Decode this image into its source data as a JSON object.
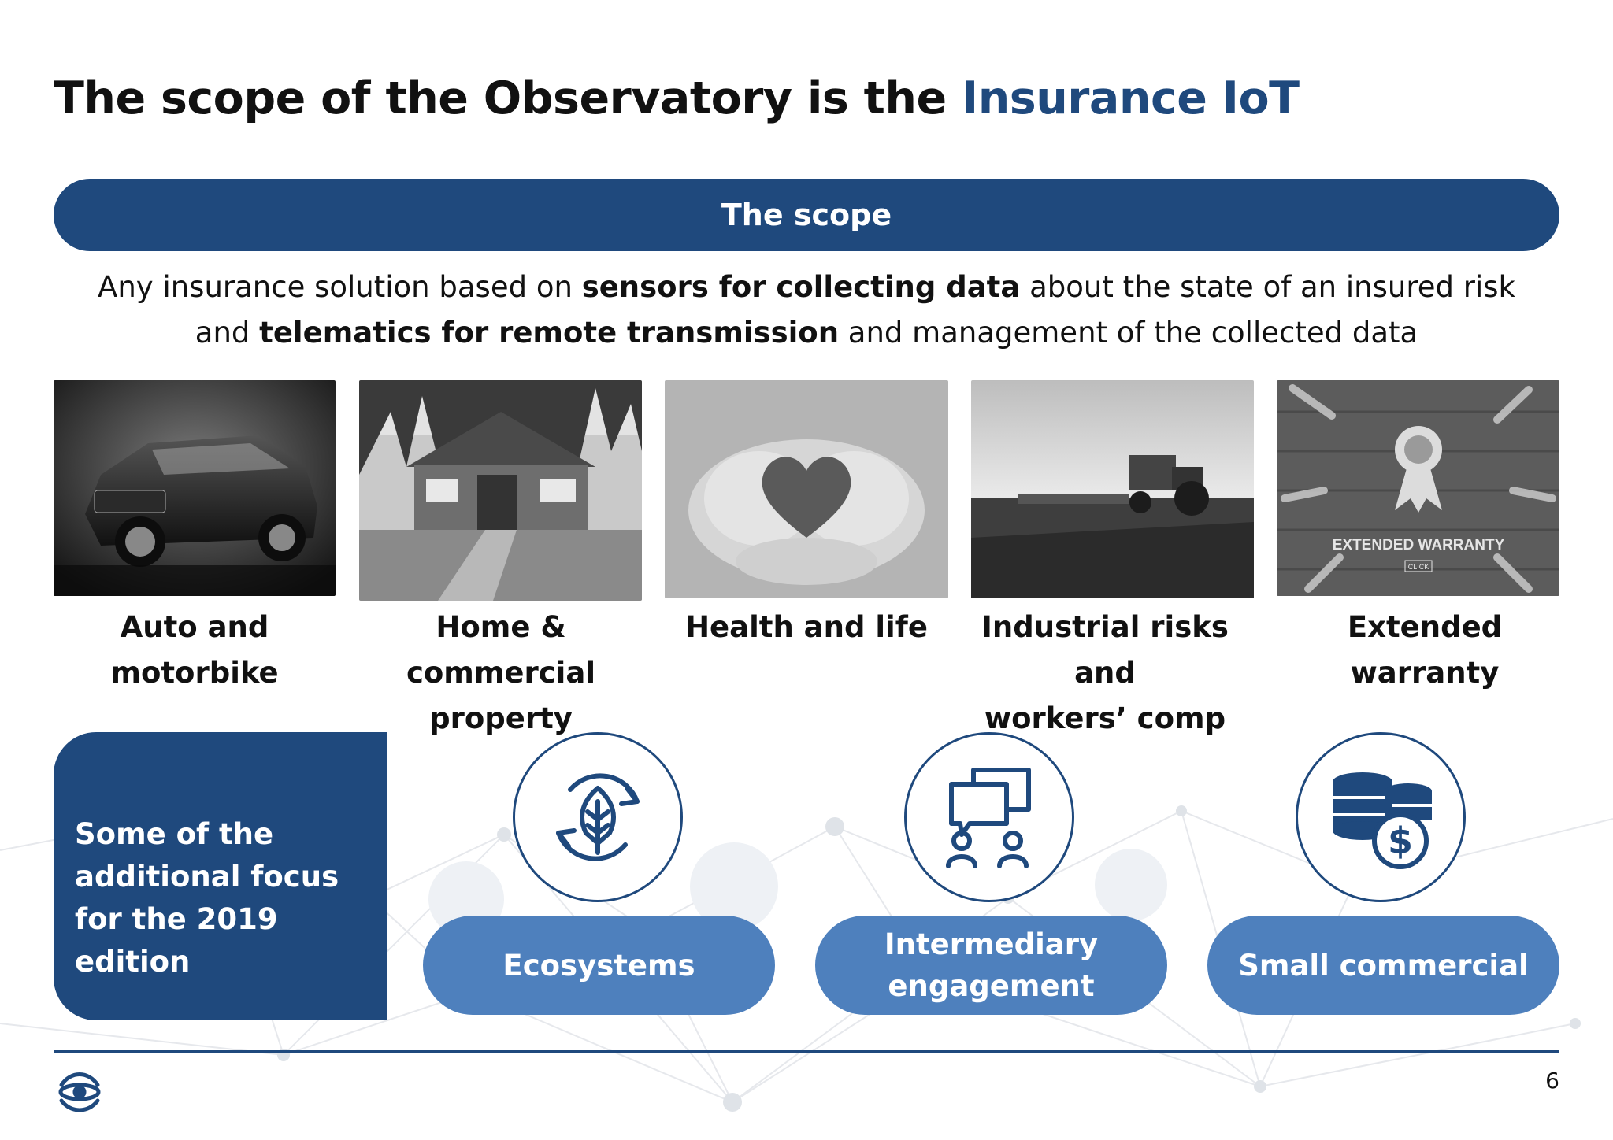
{
  "title": {
    "prefix": "The scope of the Observatory is the ",
    "accent": "Insurance IoT"
  },
  "scope": {
    "heading": "The scope",
    "line1": {
      "a": "Any insurance solution based on ",
      "b": "sensors for collecting data",
      "c": " about the state of an insured risk"
    },
    "line2": {
      "a": "and ",
      "b": "telematics for remote transmission",
      "c": " and management of the collected data"
    }
  },
  "categories": [
    {
      "line1": "Auto and",
      "line2": "motorbike",
      "image": "car-photo"
    },
    {
      "line1": "Home & commercial",
      "line2": "property",
      "image": "house-photo"
    },
    {
      "line1": "Health and life",
      "line2": "",
      "image": "heart-hands-photo"
    },
    {
      "line1": "Industrial risks and",
      "line2": "workers’ comp",
      "image": "tractor-photo"
    },
    {
      "line1": "Extended",
      "line2": "warranty",
      "image": "warranty-photo"
    }
  ],
  "warranty_image": {
    "text": "EXTENDED WARRANTY",
    "button": "CLICK"
  },
  "focus": {
    "line1": "Some of the",
    "line2": "additional focus",
    "line3": "for the 2019 edition"
  },
  "focus_items": [
    {
      "label": "Ecosystems",
      "icon": "leaf-cycle-icon"
    },
    {
      "label": "Intermediary engagement",
      "icon": "chat-people-icon"
    },
    {
      "label": "Small commercial",
      "icon": "coins-dollar-icon"
    }
  ],
  "footer": {
    "page_number": "6",
    "logo": "observatory-logo"
  },
  "colors": {
    "primary": "#1f497d",
    "pill": "#4e80bd"
  }
}
